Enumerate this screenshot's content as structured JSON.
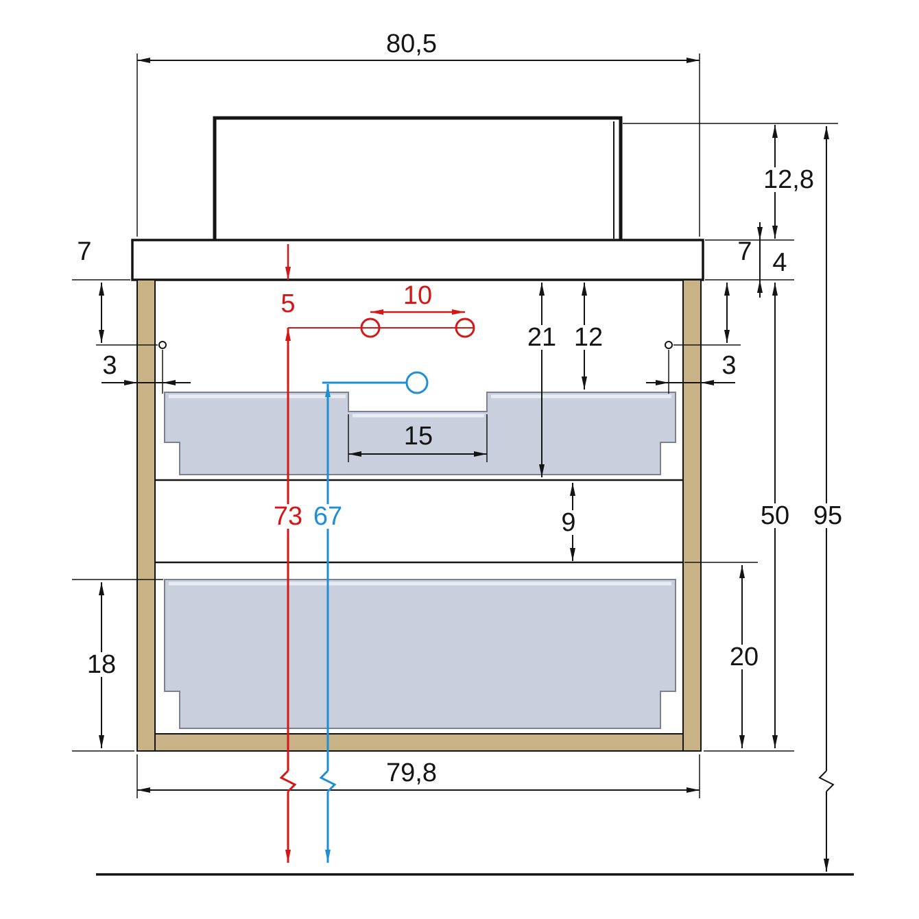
{
  "colors": {
    "line": "#141414",
    "red_dimension": "#d31616",
    "blue_dimension": "#1e8fd5",
    "wood_panel": "#c8b286",
    "drawer_front": "#c9cfdc",
    "background": "#ffffff"
  },
  "labels": {
    "overall_width": "80,5",
    "basin_height": "12,8",
    "top_thickness": "4",
    "offset_left_7": "7",
    "offset_right_7": "7",
    "hole_offset_5": "5",
    "hole_spacing_10": "10",
    "drop_right_21": "21",
    "drop_right_12": "12",
    "hole_inset_left_3": "3",
    "hole_inset_right_3": "3",
    "notch_width_15": "15",
    "faucet_center_height_73": "73",
    "drain_center_height_67": "67",
    "gap_9": "9",
    "lower_front_height_18": "18",
    "lower_box_height_20": "20",
    "cabinet_height_50": "50",
    "overall_height_95": "95",
    "cabinet_width_79_8": "79,8"
  }
}
